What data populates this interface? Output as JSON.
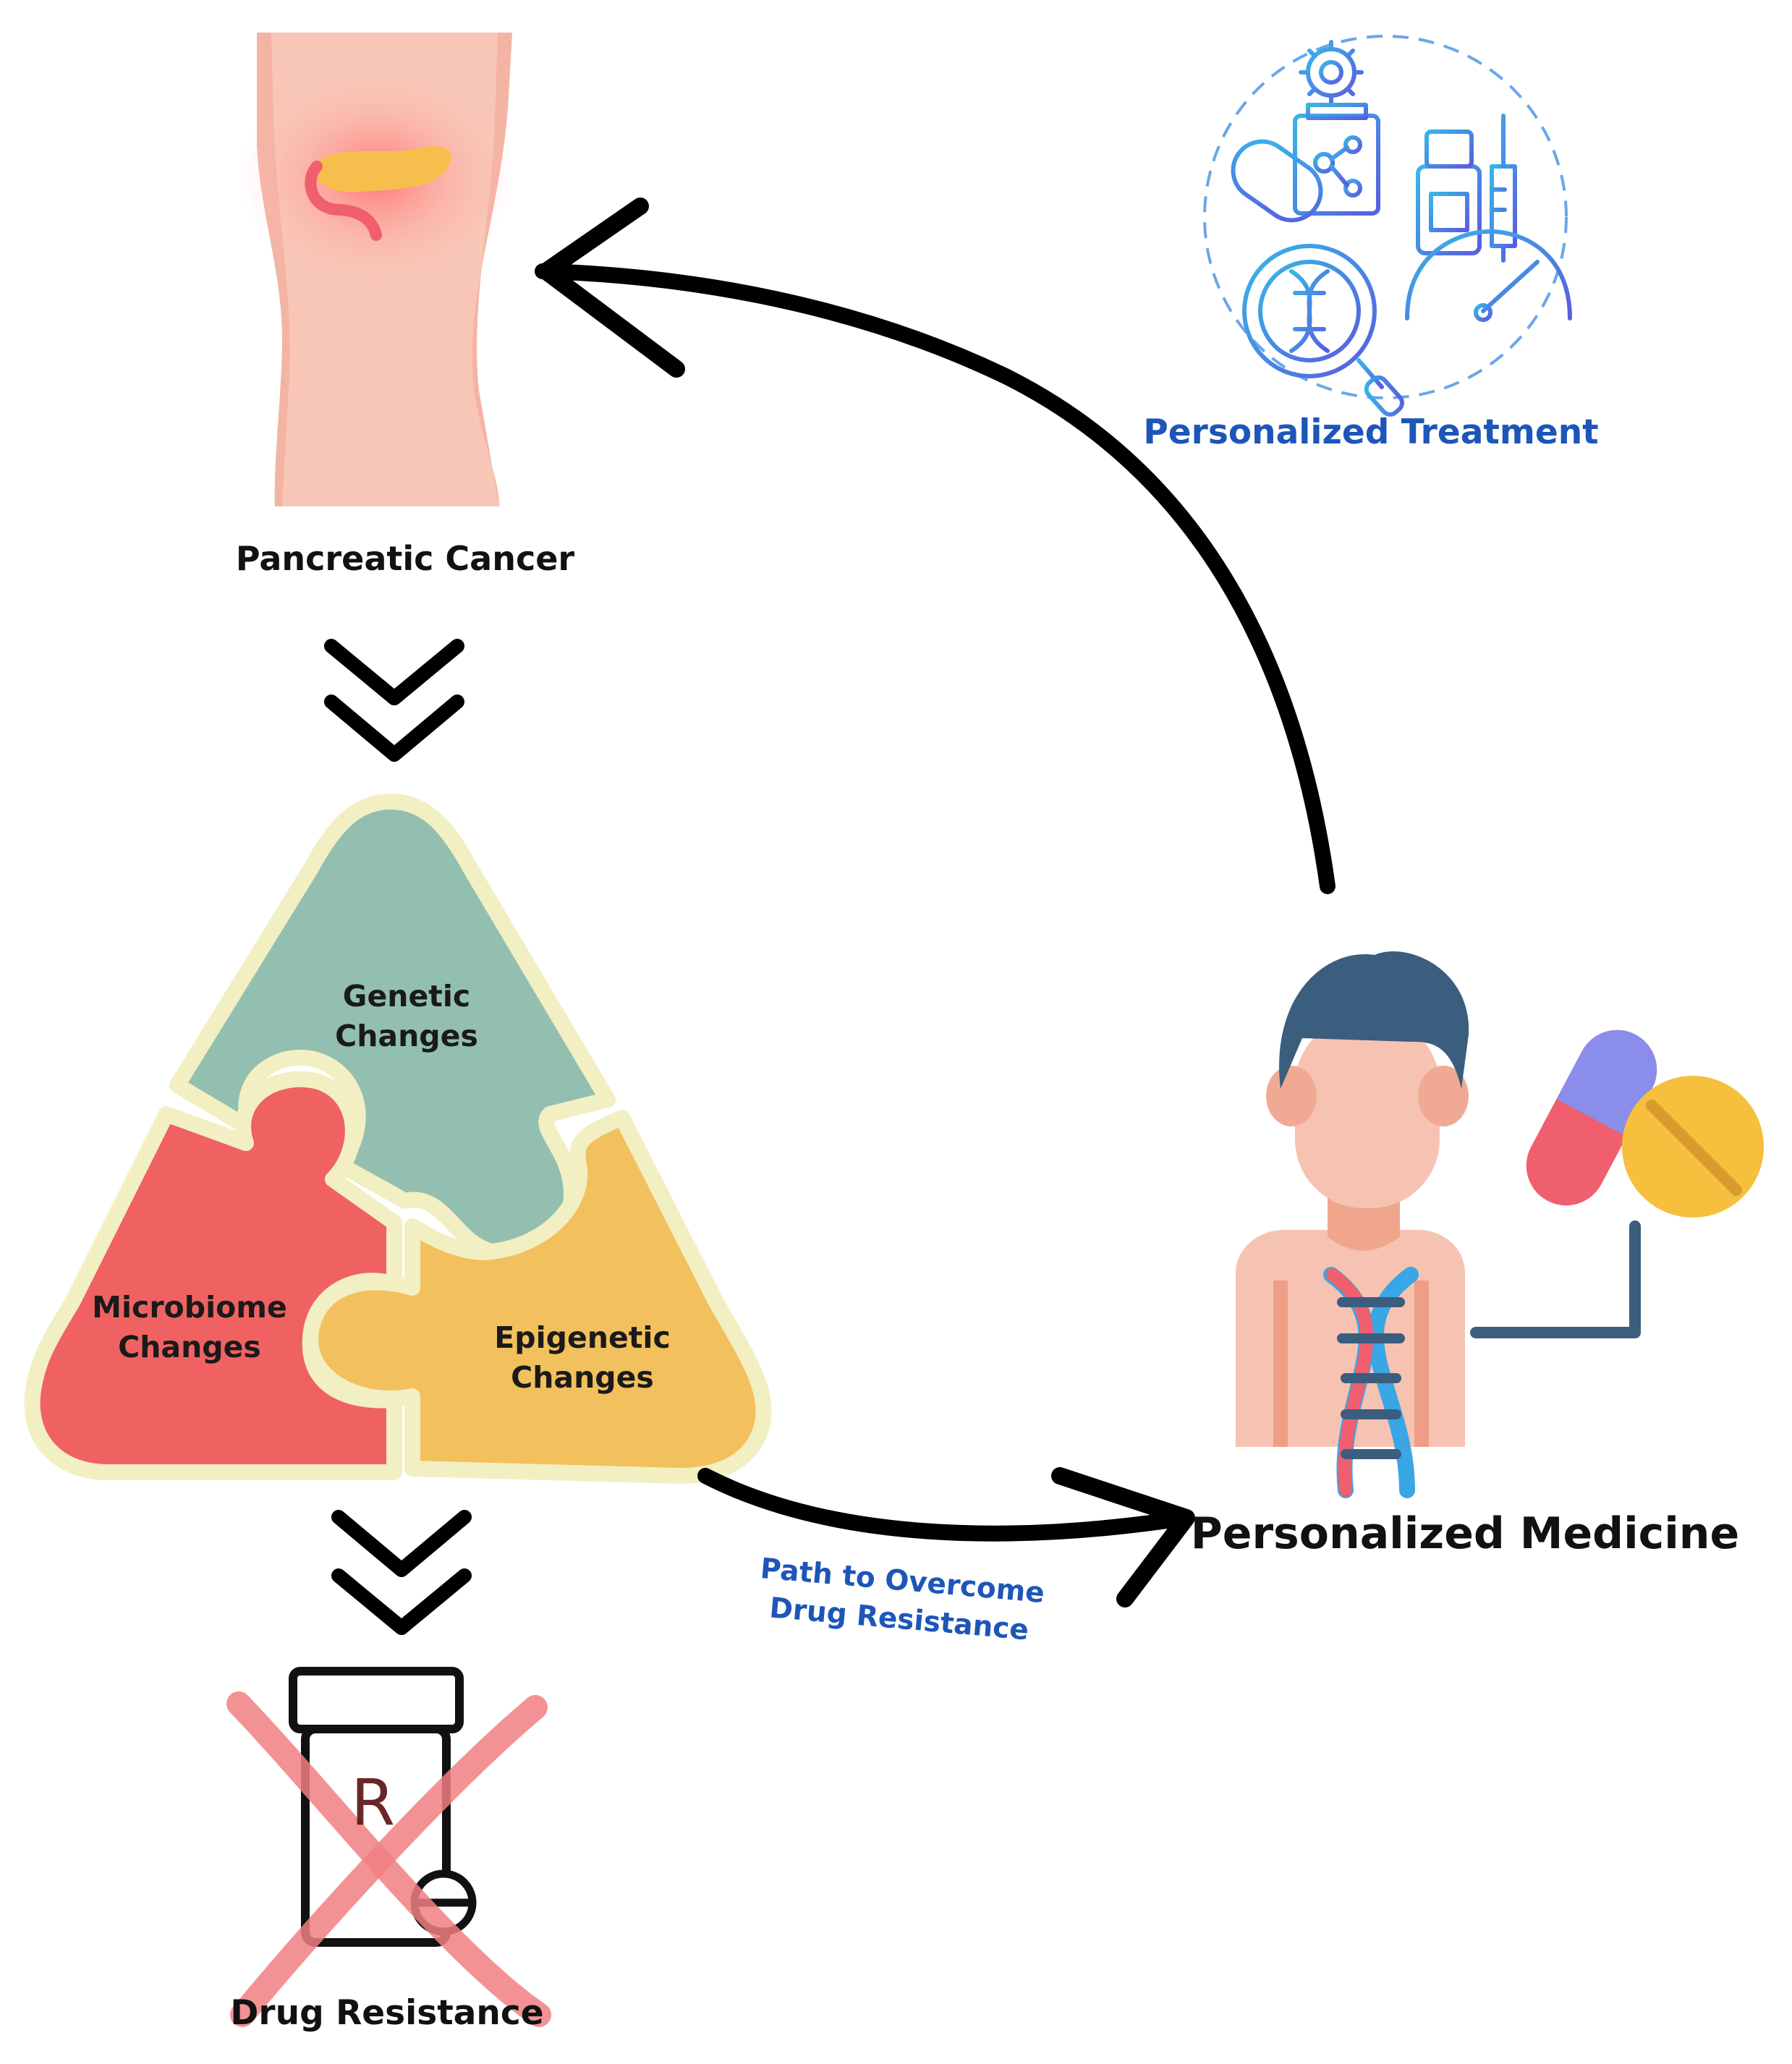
{
  "nodes": {
    "pancreatic_cancer": "Pancreatic Cancer",
    "personalized_treatment": "Personalized Treatment",
    "personalized_medicine": "Personalized Medicine",
    "drug_resistance": "Drug Resistance"
  },
  "puzzle": {
    "genetic": [
      "Genetic",
      "Changes"
    ],
    "microbiome": [
      "Microbiome",
      "Changes"
    ],
    "epigenetic": [
      "Epigenetic",
      "Changes"
    ]
  },
  "path_label": [
    "Path to Overcome",
    "Drug Resistance"
  ],
  "prescription_letter": "R",
  "colors": {
    "genetic": "#92bfb0",
    "microbiome": "#f06262",
    "epigenetic": "#f2c05c",
    "outline": "#f2efc2",
    "accent_blue": "#1d56b8",
    "skin": "#f6c3b3",
    "hair": "#3b5d7e"
  }
}
